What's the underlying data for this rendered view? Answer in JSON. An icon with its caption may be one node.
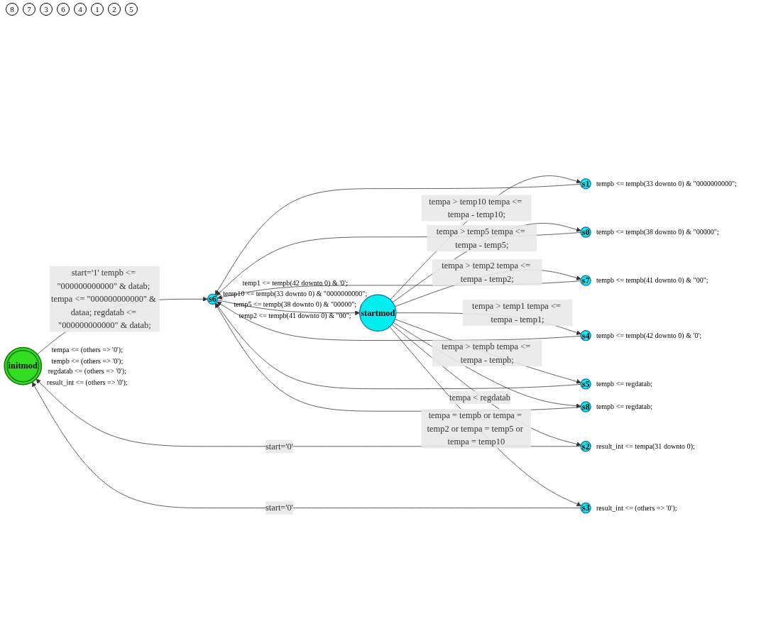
{
  "diagram": {
    "nodes": [
      {
        "text": [
          "initmod"
        ],
        "beside": [
          "tempa <= (others => '0');",
          "tempb <= (others => '0');",
          "regdatab <= (others => '0');",
          "result_int <= (others => '0');"
        ]
      },
      {
        "text": [
          "s6"
        ],
        "beside": [
          "temp1 <= tempb(42 downto 0) & '0';",
          "temp10 <= tempb(33 downto 0) & \"0000000000\";",
          "temp5 <= tempb(38 downto 0) & \"00000\";",
          "temp2 <= tempb(41 downto 0) & \"00\";"
        ]
      },
      {
        "text": [
          "s8"
        ],
        "beside": [
          "tempb <= regdatab;"
        ]
      },
      {
        "text": [
          "startmod"
        ]
      },
      {
        "text": [
          "s1"
        ],
        "beside": [
          "tempb <= tempb(33 downto 0) & \"0000000000\";"
        ]
      },
      {
        "text": [
          "s5"
        ],
        "beside": [
          "tempb <= regdatab;"
        ]
      },
      {
        "text": [
          "s0"
        ],
        "beside": [
          "tempb <= tempb(38 downto 0) & \"00000\";"
        ]
      },
      {
        "text": [
          "s4"
        ],
        "beside": [
          "tempb <= tempb(42 downto 0) & '0';"
        ]
      },
      {
        "text": [
          "s7"
        ],
        "beside": [
          "tempb <= tempb(41 downto 0) & \"00\";"
        ]
      },
      {
        "text": [
          "s2"
        ],
        "beside": [
          "result_int <= tempa(31 downto 0);"
        ]
      },
      {
        "text": [
          "s3"
        ],
        "beside": [
          "result_int <= (others => '0');"
        ]
      }
    ],
    "edges": [
      {
        "from": 0,
        "to": 1,
        "arrow": "to",
        "label": "start='1' tempb <= \"000000000000\" & datab; tempa <= \"000000000000\" & dataa; regdatab <= \"000000000000\" & datab;"
      },
      {
        "from": 1,
        "to": 3,
        "arrow": "to"
      },
      {
        "from": 3,
        "to": 4,
        "arrow": "to",
        "label": "tempa > temp10 tempa <= tempa - temp10;"
      },
      {
        "from": 3,
        "to": 6,
        "arrow": "to",
        "label": "tempa > temp5 tempa <= tempa - temp5;"
      },
      {
        "from": 3,
        "to": 8,
        "arrow": "to",
        "label": "tempa > temp2 tempa <= tempa - temp2;"
      },
      {
        "from": 3,
        "to": 7,
        "arrow": "to",
        "label": "tempa > temp1 tempa <= tempa - temp1;"
      },
      {
        "from": 3,
        "to": 5,
        "arrow": "to",
        "label": "tempa > tempb tempa <= tempa - tempb;"
      },
      {
        "from": 3,
        "to": 2,
        "arrow": "to"
      },
      {
        "from": 3,
        "to": 9,
        "arrow": "to",
        "label": "tempa < regdatab"
      },
      {
        "from": 3,
        "to": 10,
        "arrow": "to",
        "label": "tempa = tempb or tempa = temp2 or tempa = temp5 or tempa = temp10"
      },
      {
        "from": 4,
        "to": 1,
        "arrow": "to"
      },
      {
        "from": 6,
        "to": 1,
        "arrow": "to"
      },
      {
        "from": 8,
        "to": 1,
        "arrow": "to"
      },
      {
        "from": 2,
        "to": 1,
        "arrow": "to"
      },
      {
        "from": 5,
        "to": 1,
        "arrow": "to"
      },
      {
        "from": 7,
        "to": 1,
        "arrow": "to"
      },
      {
        "from": 9,
        "to": 0,
        "arrow": "to",
        "label": "start='0'"
      },
      {
        "from": 10,
        "to": 0,
        "arrow": "to",
        "label": "start='0'"
      }
    ],
    "labels": [
      "8",
      "7",
      "3",
      "6",
      "4",
      "1",
      "2",
      "5"
    ]
  }
}
